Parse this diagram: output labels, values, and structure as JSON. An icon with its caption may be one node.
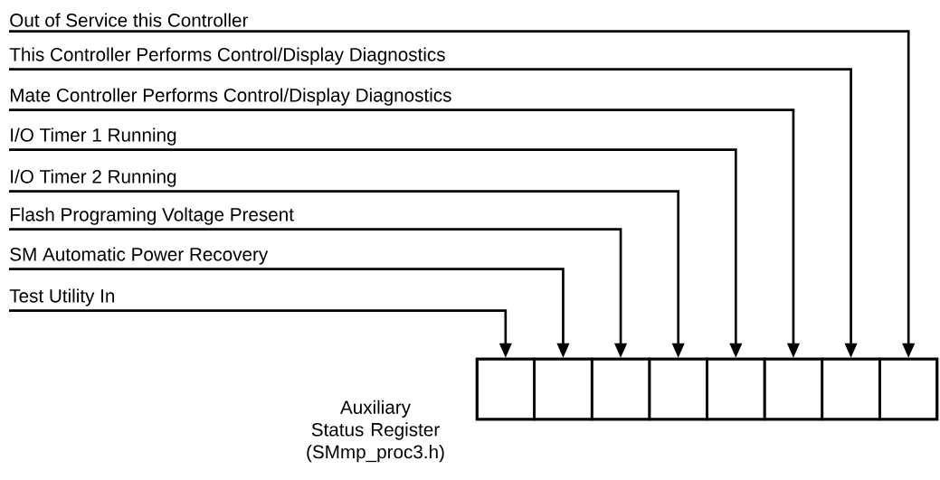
{
  "diagram": {
    "nodes": [
      {
        "text": [
          "Out of Service this Controller"
        ]
      },
      {
        "text": [
          "This Controller Performs Control/Display Diagnostics"
        ]
      },
      {
        "text": [
          "Mate Controller Performs Control/Display Diagnostics"
        ]
      },
      {
        "text": [
          "I/O Timer 1 Running"
        ]
      },
      {
        "text": [
          "I/O Timer 2 Running"
        ]
      },
      {
        "text": [
          "Flash Programing Voltage Present"
        ]
      },
      {
        "text": [
          "SM Automatic Power Recovery"
        ]
      },
      {
        "text": [
          "Test Utility In"
        ]
      },
      {
        "text": [],
        "shape": "box",
        "beside": [
          "Auxiliary Status Register (SMmp_proc3.h)"
        ]
      },
      {
        "text": [],
        "shape": "box",
        "in": 8
      },
      {
        "text": [],
        "shape": "box",
        "in": 8
      },
      {
        "text": [],
        "shape": "box",
        "in": 8
      },
      {
        "text": [],
        "shape": "box",
        "in": 8
      },
      {
        "text": [],
        "shape": "box",
        "in": 8
      },
      {
        "text": [],
        "shape": "box",
        "in": 8
      },
      {
        "text": [],
        "shape": "box",
        "in": 8
      },
      {
        "text": [],
        "shape": "box",
        "in": 8
      }
    ],
    "edges": [
      {
        "from": 0,
        "to": 16,
        "arrow": "to"
      },
      {
        "from": 1,
        "to": 15,
        "arrow": "to"
      },
      {
        "from": 2,
        "to": 14,
        "arrow": "to"
      },
      {
        "from": 3,
        "to": 13,
        "arrow": "to"
      },
      {
        "from": 4,
        "to": 12,
        "arrow": "to"
      },
      {
        "from": 5,
        "to": 11,
        "arrow": "to"
      },
      {
        "from": 6,
        "to": 10,
        "arrow": "to"
      },
      {
        "from": 7,
        "to": 9,
        "arrow": "to"
      }
    ]
  }
}
